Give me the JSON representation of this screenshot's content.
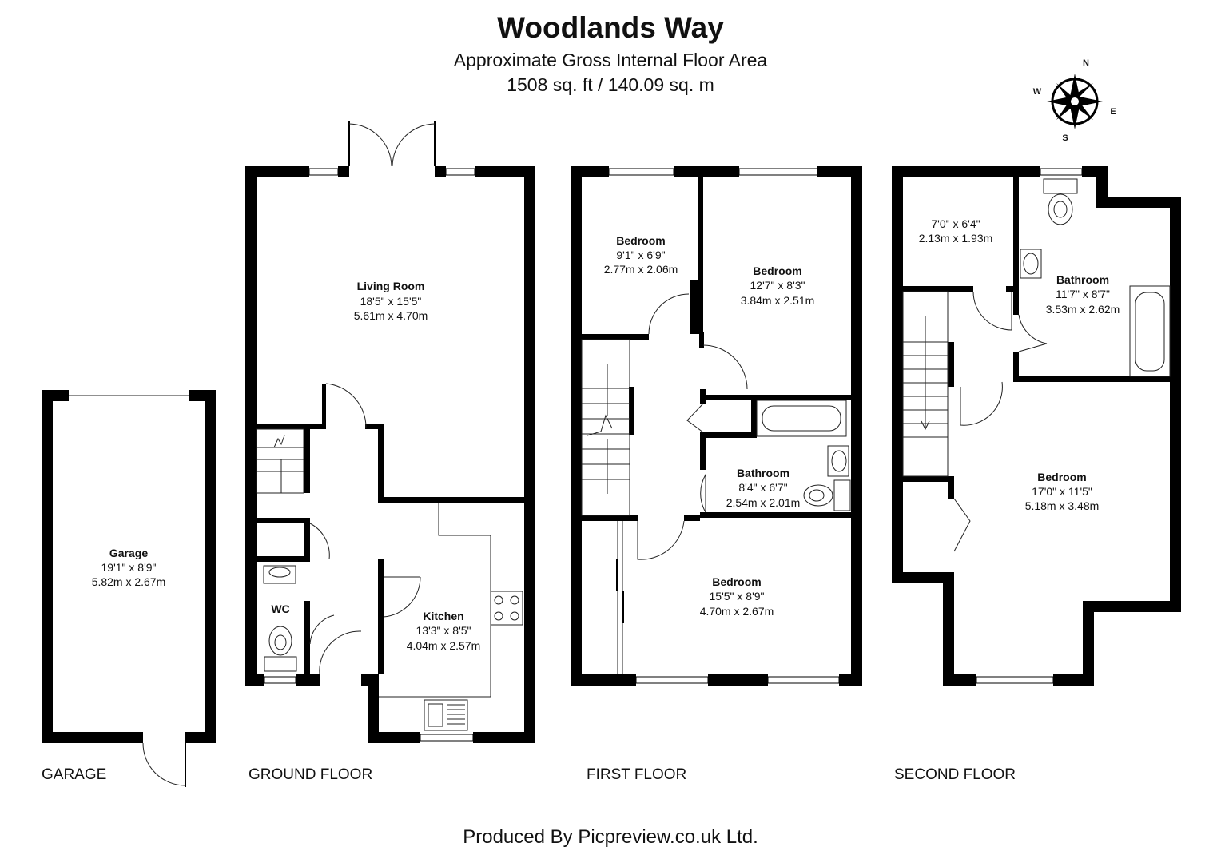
{
  "title": "Woodlands Way",
  "subtitle_line1": "Approximate Gross Internal Floor Area",
  "subtitle_line2": "1508 sq. ft / 140.09 sq. m",
  "footer": "Produced By Picpreview.co.uk Ltd.",
  "compass": {
    "n": "N",
    "e": "E",
    "s": "S",
    "w": "W"
  },
  "floors": {
    "garage": "GARAGE",
    "ground": "GROUND FLOOR",
    "first": "FIRST FLOOR",
    "second": "SECOND FLOOR"
  },
  "rooms": {
    "garage": {
      "name": "Garage",
      "imperial": "19'1\" x 8'9\"",
      "metric": "5.82m x 2.67m"
    },
    "living": {
      "name": "Living Room",
      "imperial": "18'5\" x 15'5\"",
      "metric": "5.61m x 4.70m"
    },
    "wc": {
      "name": "WC"
    },
    "kitchen": {
      "name": "Kitchen",
      "imperial": "13'3\" x 8'5\"",
      "metric": "4.04m x 2.57m"
    },
    "ff_bed1": {
      "name": "Bedroom",
      "imperial": "9'1\" x 6'9\"",
      "metric": "2.77m x 2.06m"
    },
    "ff_bed2": {
      "name": "Bedroom",
      "imperial": "12'7\" x 8'3\"",
      "metric": "3.84m x 2.51m"
    },
    "ff_bath": {
      "name": "Bathroom",
      "imperial": "8'4\" x 6'7\"",
      "metric": "2.54m x 2.01m"
    },
    "ff_bed3": {
      "name": "Bedroom",
      "imperial": "15'5\" x 8'9\"",
      "metric": "4.70m x 2.67m"
    },
    "sf_room": {
      "imperial": "7'0\" x 6'4\"",
      "metric": "2.13m x 1.93m"
    },
    "sf_bath": {
      "name": "Bathroom",
      "imperial": "11'7\" x 8'7\"",
      "metric": "3.53m x 2.62m"
    },
    "sf_bed": {
      "name": "Bedroom",
      "imperial": "17'0\" x 11'5\"",
      "metric": "5.18m x 3.48m"
    }
  }
}
